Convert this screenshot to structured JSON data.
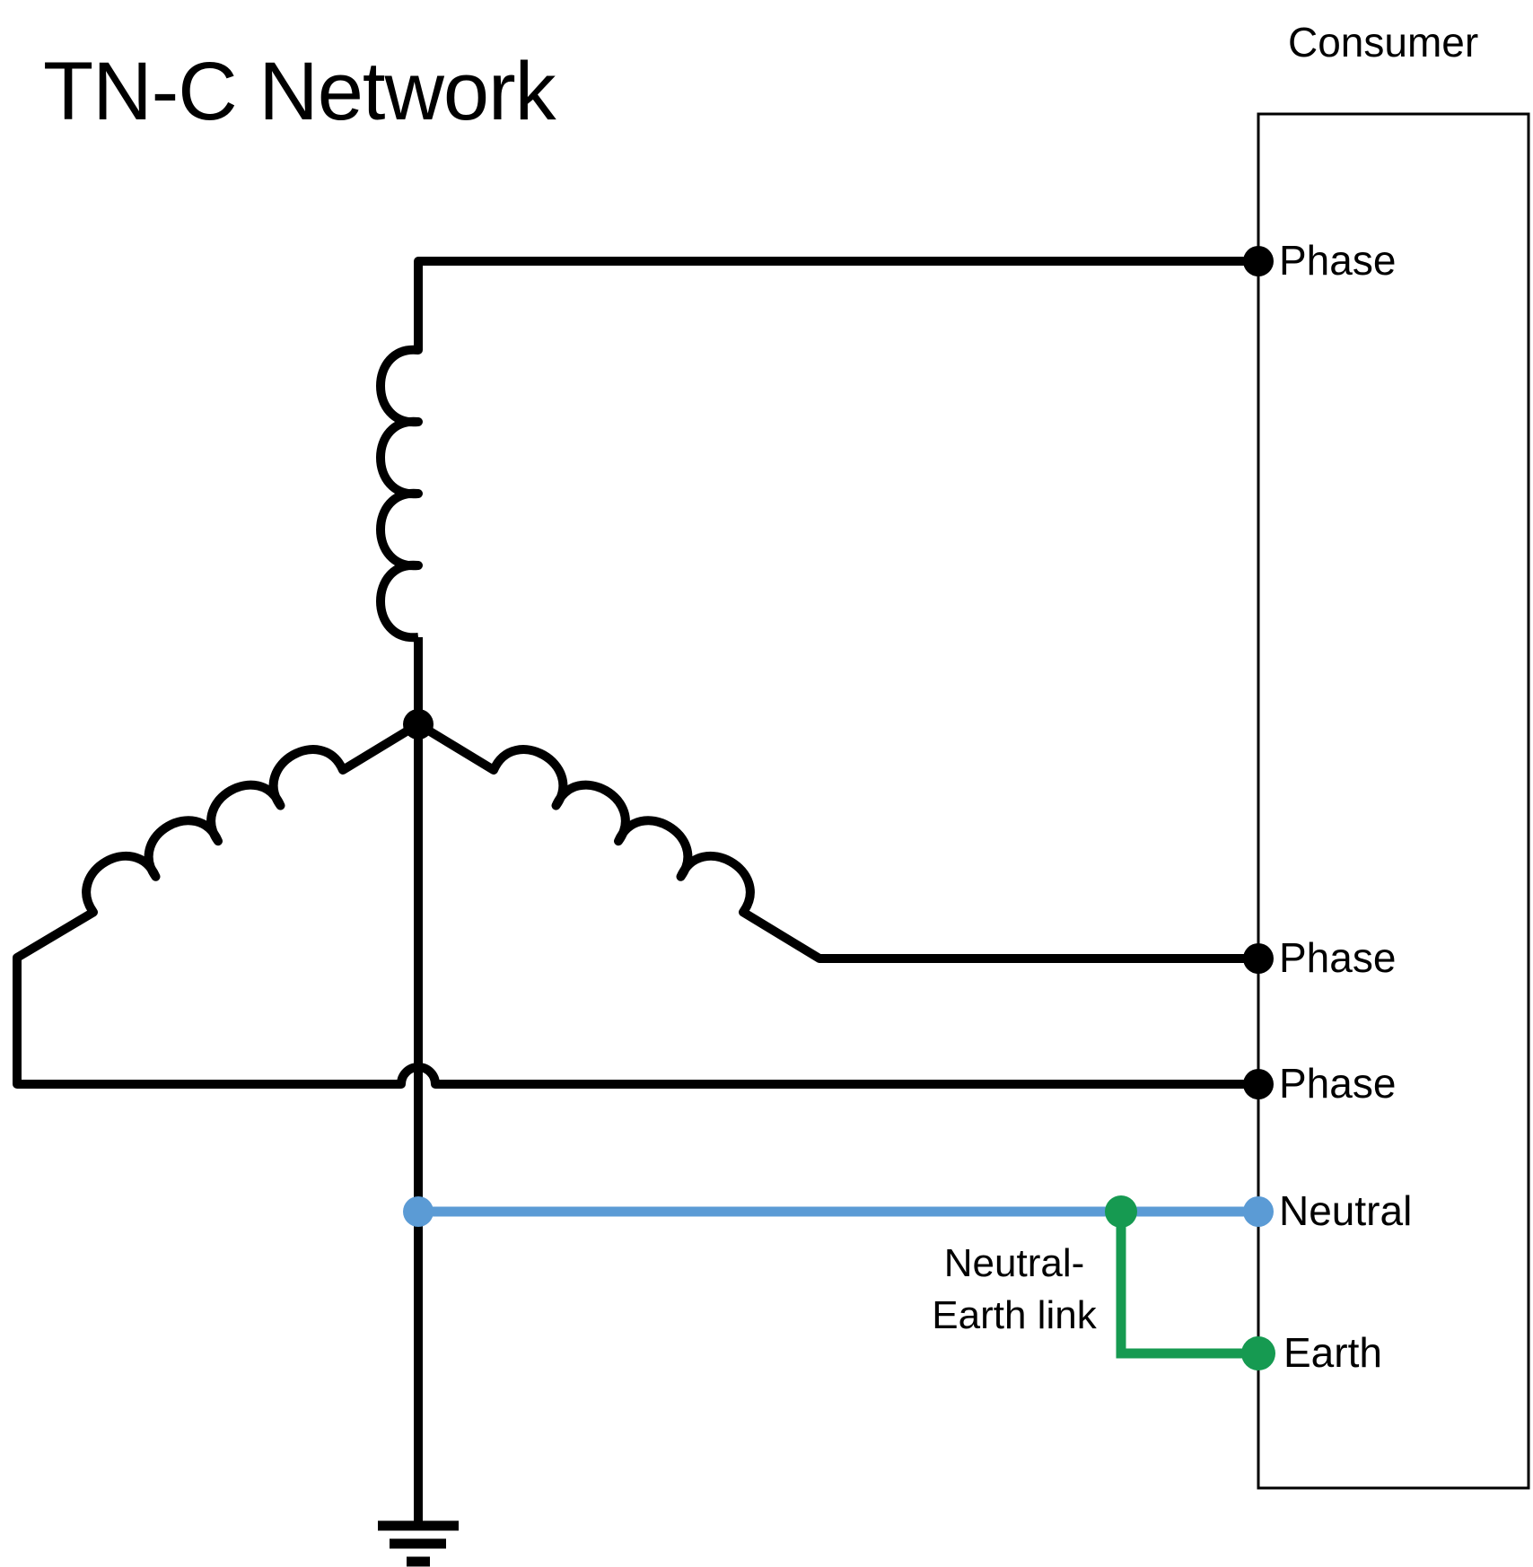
{
  "title": "TN-C Network",
  "consumer": {
    "label": "Consumer"
  },
  "terminals": [
    {
      "id": "phase-1",
      "label": "Phase"
    },
    {
      "id": "phase-2",
      "label": "Phase"
    },
    {
      "id": "phase-3",
      "label": "Phase"
    },
    {
      "id": "neutral",
      "label": "Neutral"
    },
    {
      "id": "earth",
      "label": "Earth"
    }
  ],
  "neutral_earth_link": {
    "line1": "Neutral-",
    "line2": "Earth link"
  },
  "colors": {
    "line": "#000000",
    "neutral": "#5B9BD5",
    "earth": "#169A51"
  }
}
